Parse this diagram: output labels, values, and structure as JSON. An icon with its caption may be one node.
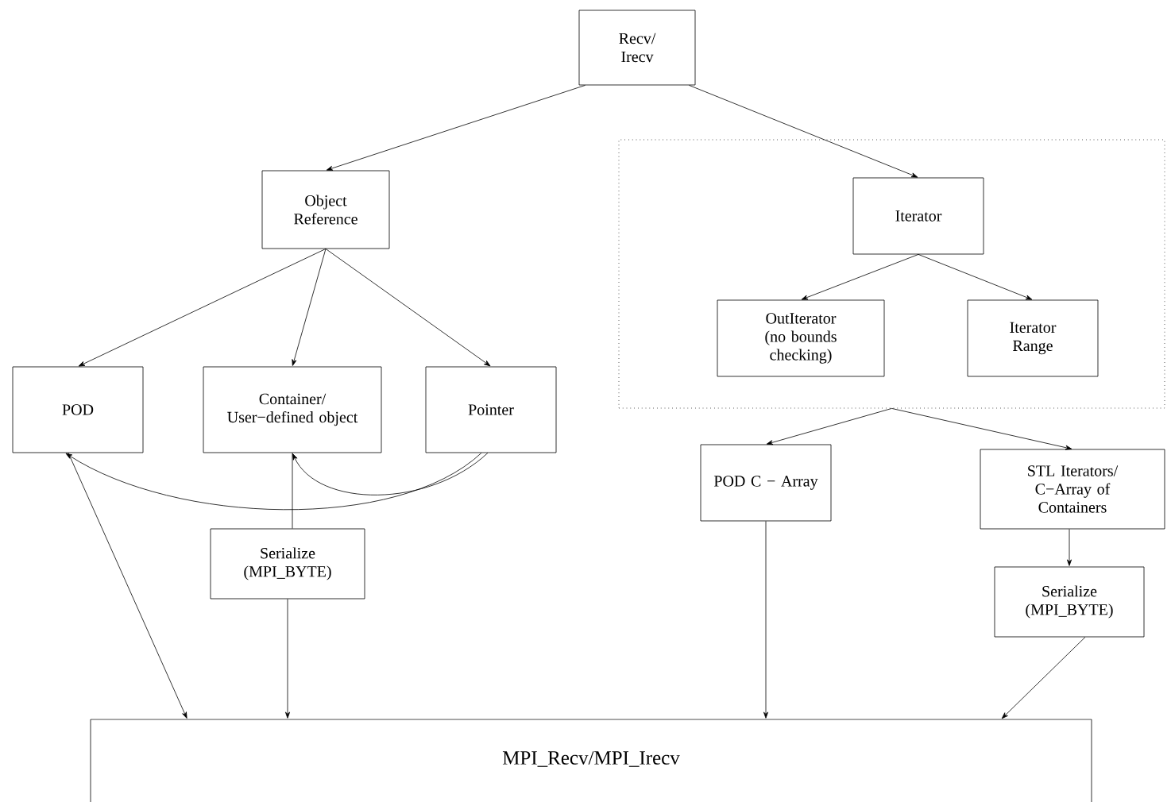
{
  "diagram": {
    "nodes": [
      {
        "text": [
          "Recv/ Irecv"
        ]
      },
      {
        "text": [
          "Object Reference"
        ]
      },
      {
        "text": [],
        "shape": "box"
      },
      {
        "text": [
          "Iterator"
        ],
        "in": 2
      },
      {
        "text": [
          "OutIterator (no bounds checking)"
        ],
        "in": 2
      },
      {
        "text": [
          "Iterator Range"
        ],
        "in": 2
      },
      {
        "text": [
          "POD"
        ]
      },
      {
        "text": [
          "Container/ User−defined object"
        ]
      },
      {
        "text": [
          "Pointer"
        ]
      },
      {
        "text": [
          "Serialize (MPI_BYTE)"
        ]
      },
      {
        "text": [
          "POD C − Array"
        ]
      },
      {
        "text": [
          "STL Iterators/ C−Array of Containers"
        ]
      },
      {
        "text": [
          "Serialize (MPI_BYTE)"
        ]
      },
      {
        "text": [
          "MPI_Recv/MPI_Irecv"
        ]
      }
    ],
    "edges": [
      {
        "from": 0,
        "to": 1,
        "arrow": "to"
      },
      {
        "from": 0,
        "to": 3,
        "arrow": "to"
      },
      {
        "from": 1,
        "to": 6,
        "arrow": "to"
      },
      {
        "from": 1,
        "to": 7,
        "arrow": "to"
      },
      {
        "from": 1,
        "to": 8,
        "arrow": "to"
      },
      {
        "from": 3,
        "to": 4,
        "arrow": "to"
      },
      {
        "from": 3,
        "to": 5,
        "arrow": "to"
      },
      {
        "from": 2,
        "to": 10,
        "arrow": "to"
      },
      {
        "from": 2,
        "to": 11,
        "arrow": "to"
      },
      {
        "from": 8,
        "to": 6,
        "arrow": "to"
      },
      {
        "from": 8,
        "to": 7,
        "arrow": "to"
      },
      {
        "from": 7,
        "to": 9,
        "arrow": "none"
      },
      {
        "from": 6,
        "to": 13,
        "arrow": "to"
      },
      {
        "from": 9,
        "to": 13,
        "arrow": "to"
      },
      {
        "from": 10,
        "to": 13,
        "arrow": "to"
      },
      {
        "from": 11,
        "to": 12,
        "arrow": "to"
      },
      {
        "from": 12,
        "to": 13,
        "arrow": "to"
      }
    ]
  }
}
